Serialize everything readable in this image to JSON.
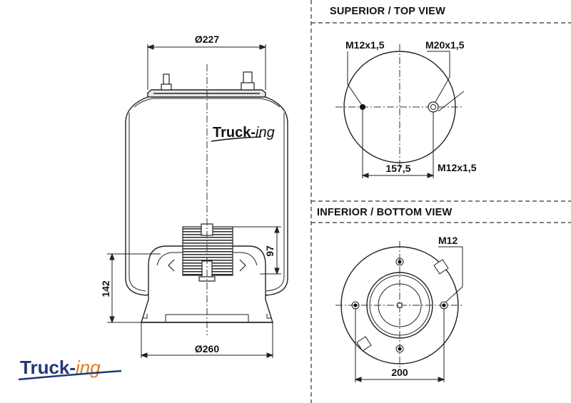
{
  "views": {
    "top_heading": "SUPERIOR / TOP VIEW",
    "bottom_heading": "INFERIOR / BOTTOM VIEW"
  },
  "side_view": {
    "top_diameter": "Ø227",
    "bottom_diameter": "Ø260",
    "height_total": "142",
    "height_piston": "97"
  },
  "top_view": {
    "stud_left": "M12x1,5",
    "air_fitting": "M20x1,5",
    "stud_right": "M12x1,5",
    "stud_spacing": "157,5"
  },
  "bottom_view": {
    "thread": "M12",
    "bolt_spacing": "200"
  },
  "brand": {
    "name_main": "Truck-",
    "name_suffix": "ing",
    "main_color": "#1f3a78",
    "suffix_color": "#e07a1c"
  }
}
